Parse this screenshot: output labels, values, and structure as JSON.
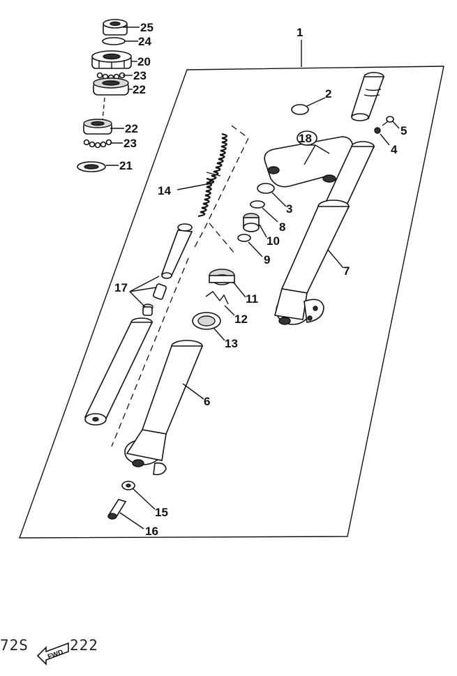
{
  "diagram": {
    "callouts": [
      {
        "id": "1",
        "text": "1"
      },
      {
        "id": "2",
        "text": "2"
      },
      {
        "id": "3",
        "text": "3"
      },
      {
        "id": "4",
        "text": "4"
      },
      {
        "id": "5",
        "text": "5"
      },
      {
        "id": "6",
        "text": "6"
      },
      {
        "id": "7",
        "text": "7"
      },
      {
        "id": "8",
        "text": "8"
      },
      {
        "id": "9",
        "text": "9"
      },
      {
        "id": "10",
        "text": "10"
      },
      {
        "id": "11",
        "text": "11"
      },
      {
        "id": "12",
        "text": "12"
      },
      {
        "id": "13",
        "text": "13"
      },
      {
        "id": "14",
        "text": "14"
      },
      {
        "id": "15",
        "text": "15"
      },
      {
        "id": "16",
        "text": "16"
      },
      {
        "id": "17",
        "text": "17"
      },
      {
        "id": "18",
        "text": "18"
      },
      {
        "id": "20",
        "text": "20"
      },
      {
        "id": "21",
        "text": "21"
      },
      {
        "id": "22a",
        "text": "22"
      },
      {
        "id": "22b",
        "text": "22"
      },
      {
        "id": "23a",
        "text": "23"
      },
      {
        "id": "23b",
        "text": "23"
      },
      {
        "id": "24",
        "text": "24"
      },
      {
        "id": "25",
        "text": "25"
      }
    ],
    "footer": {
      "code_left": "72S",
      "code_right": "222",
      "badge": "FWD"
    }
  }
}
